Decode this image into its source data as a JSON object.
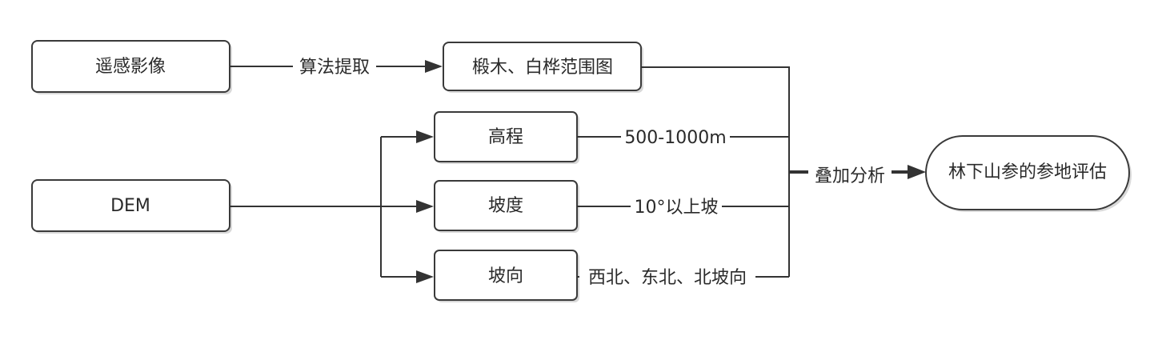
{
  "nodes": {
    "remote_sensing": "遥感影像",
    "dem": "DEM",
    "species_map": "椴木、白桦范围图",
    "elevation": "高程",
    "slope": "坡度",
    "aspect": "坡向",
    "result": "林下山参的参地评估"
  },
  "edges": {
    "algorithm_extract": "算法提取",
    "elevation_range": "500-1000m",
    "slope_range": "10°以上坡",
    "aspect_range": "西北、东北、北坡向",
    "overlay_analysis": "叠加分析"
  }
}
